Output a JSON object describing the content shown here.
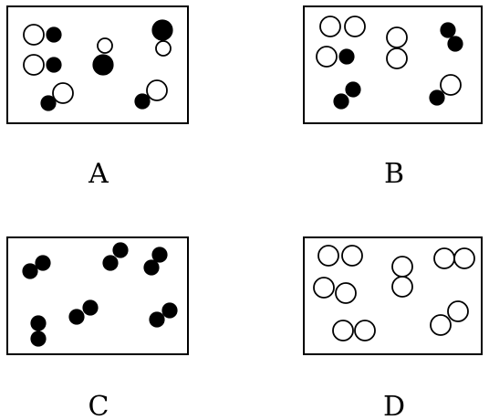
{
  "panels": [
    {
      "label": "A",
      "molecules": [
        [
          "w",
          "b"
        ],
        [
          "w",
          "b"
        ],
        [
          "b",
          "w"
        ],
        [
          "b",
          "w"
        ],
        [
          "w",
          "b"
        ],
        [
          "b",
          "w"
        ]
      ]
    },
    {
      "label": "B",
      "molecules": [
        [
          "w",
          "w"
        ],
        [
          "w",
          "b"
        ],
        [
          "w",
          "w"
        ],
        [
          "b",
          "b"
        ],
        [
          "b",
          "b"
        ],
        [
          "b",
          "w"
        ]
      ]
    },
    {
      "label": "C",
      "molecules": [
        [
          "b",
          "b"
        ],
        [
          "b",
          "b"
        ],
        [
          "b",
          "b"
        ],
        [
          "b",
          "b"
        ],
        [
          "b",
          "b"
        ],
        [
          "b",
          "b"
        ]
      ]
    },
    {
      "label": "D",
      "molecules": [
        [
          "w",
          "w"
        ],
        [
          "w",
          "w"
        ],
        [
          "w",
          "w"
        ],
        [
          "w",
          "w"
        ],
        [
          "w",
          "w"
        ],
        [
          "w",
          "w"
        ]
      ]
    }
  ]
}
